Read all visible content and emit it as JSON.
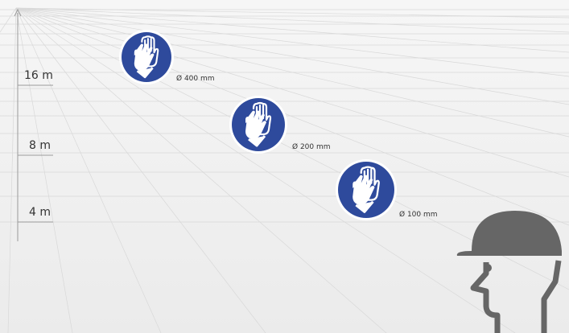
{
  "distances": [
    {
      "label": "16 m"
    },
    {
      "label": "8 m"
    },
    {
      "label": "4 m"
    }
  ],
  "signs": [
    {
      "icon": "protective-gloves-icon",
      "diameter_label": "Ø 400 mm"
    },
    {
      "icon": "protective-gloves-icon",
      "diameter_label": "Ø 200 mm"
    },
    {
      "icon": "protective-gloves-icon",
      "diameter_label": "Ø 100 mm"
    }
  ],
  "colors": {
    "sign_blue": "#2e4a9c",
    "sign_ring": "#ffffff",
    "helmet_gray": "#666666",
    "axis_gray": "#9a9a9a",
    "floor_bg": "#efefef",
    "grid_line": "#dadada"
  },
  "viewer": {
    "icon": "person-with-hard-hat-icon"
  }
}
